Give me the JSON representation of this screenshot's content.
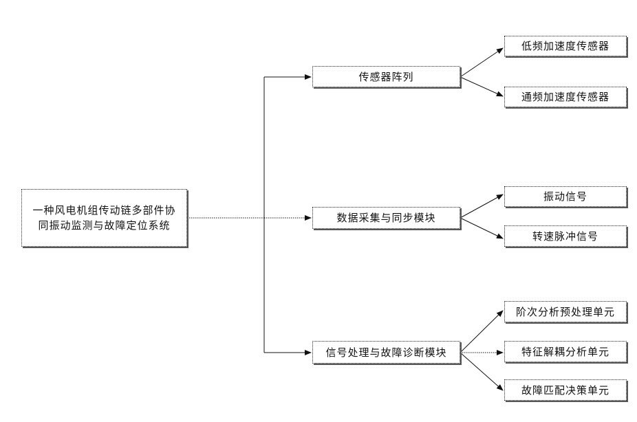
{
  "root": {
    "label_line1": "一种风电机组传动链多部件协",
    "label_line2": "同振动监测与故障定位系统"
  },
  "modules": [
    {
      "label": "传感器阵列",
      "children": [
        "低频加速度传感器",
        "通频加速度传感器"
      ]
    },
    {
      "label": "数据采集与同步模块",
      "children": [
        "振动信号",
        "转速脉冲信号"
      ]
    },
    {
      "label": "信号处理与故障诊断模块",
      "children": [
        "阶次分析预处理单元",
        "特征解耦分析单元",
        "故障匹配决策单元"
      ]
    }
  ]
}
